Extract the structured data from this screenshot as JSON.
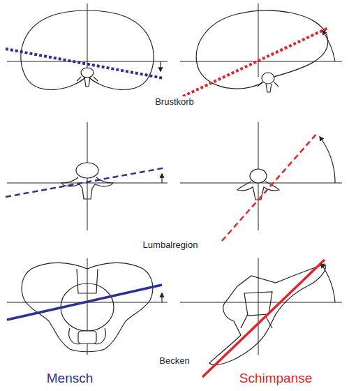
{
  "diagram": {
    "labels": [
      "Brustkorb",
      "Lumbalregion",
      "Becken",
      "Mensch",
      "Schimpanse"
    ]
  }
}
